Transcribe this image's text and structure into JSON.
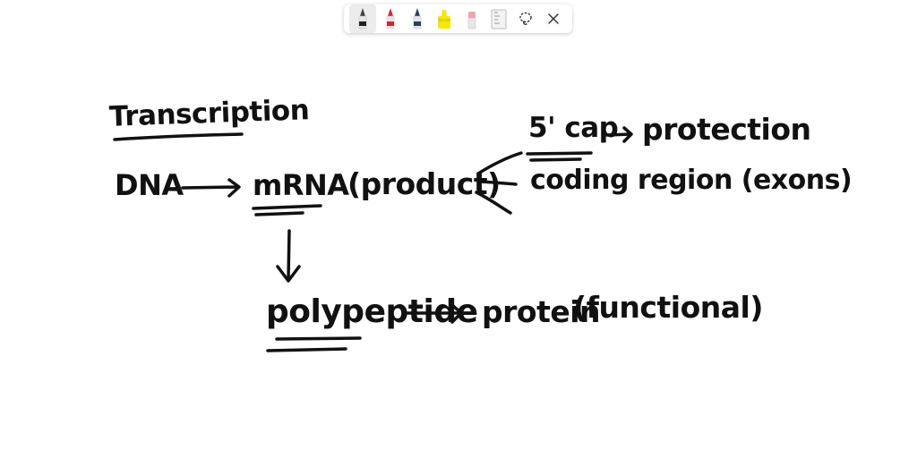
{
  "toolbar": {
    "tools": [
      {
        "name": "pen-black",
        "color": "#222222",
        "selected": true
      },
      {
        "name": "pen-red",
        "color": "#d9232d",
        "selected": false
      },
      {
        "name": "pen-blue",
        "color": "#2c3e5a",
        "selected": false
      },
      {
        "name": "highlighter-yellow",
        "color": "#f5e800",
        "selected": false
      },
      {
        "name": "eraser-pink",
        "color": "#f2a1b1",
        "selected": false
      },
      {
        "name": "ruler",
        "color": "#d8d8d8",
        "selected": false
      }
    ],
    "lasso_icon": "lasso-icon",
    "close_icon": "close-icon"
  },
  "board": {
    "heading": "Transcription",
    "dna": "DNA",
    "mrna": "mRNA",
    "product": "(product)",
    "cap": "5' cap",
    "protection": "protection",
    "coding": "coding region (exons)",
    "polypeptide": "polypeptide",
    "protein": "protein",
    "functional": "(functional)"
  }
}
